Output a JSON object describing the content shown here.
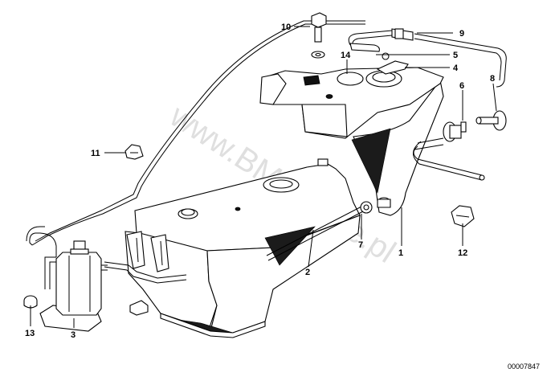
{
  "watermark": "www.BMWstore.pl",
  "catalog_number": "00007847",
  "callouts": [
    "1",
    "2",
    "3",
    "4",
    "5",
    "6",
    "7",
    "8",
    "9",
    "10",
    "11",
    "12",
    "13",
    "14"
  ]
}
